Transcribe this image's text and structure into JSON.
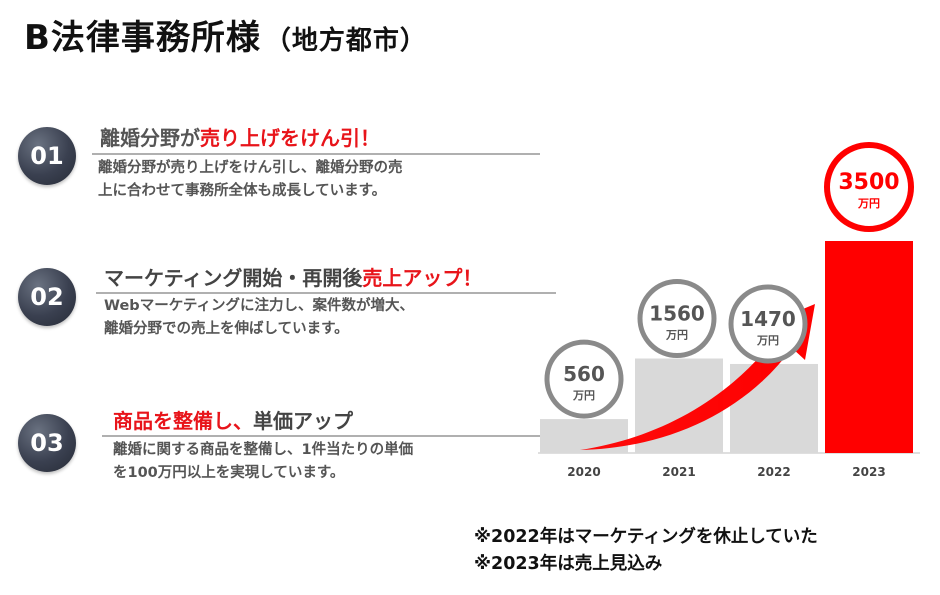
{
  "title": {
    "main": "B法律事務所様",
    "sub": "（地方都市）"
  },
  "points": [
    {
      "number": "01",
      "heading_plain": "離婚分野が",
      "heading_highlight": "売り上げをけん引！",
      "body_line1": "離婚分野が売り上げをけん引し、離婚分野の売",
      "body_line2": "上に合わせて事務所全体も成長しています。"
    },
    {
      "number": "02",
      "heading_plain": "マーケティング開始・再開後",
      "heading_highlight": "売上アップ！",
      "body_line1": "Webマーケティングに注力し、案件数が増大、",
      "body_line2": "離婚分野での売上を伸ばしています。"
    },
    {
      "number": "03",
      "heading_highlight": "商品を整備し、",
      "heading_plain": "単価アップ",
      "body_line1": "離婚に関する商品を整備し、1件当たりの単価",
      "body_line2": "を100万円以上を実現しています。"
    }
  ],
  "chart_data": {
    "type": "bar",
    "categories": [
      "2020",
      "2021",
      "2022",
      "2023"
    ],
    "values": [
      560,
      1560,
      1470,
      3500
    ],
    "value_labels": [
      "560",
      "1560",
      "1470",
      "3500"
    ],
    "unit": "万円",
    "colors": {
      "default": "#d9d9d9",
      "highlight": "#ff0000",
      "label_ring": "#8a8a8a"
    },
    "highlight_index": 3
  },
  "notes": [
    "※2022年はマーケティングを休止していた",
    "※2023年は売上見込み"
  ]
}
